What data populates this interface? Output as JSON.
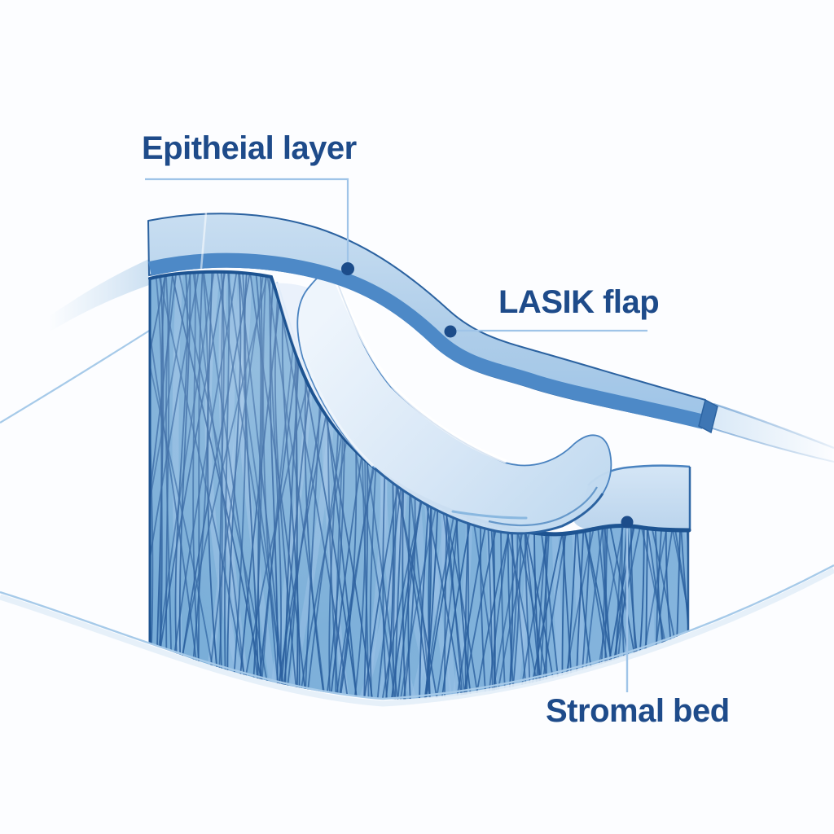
{
  "figure": {
    "labels": {
      "epithelial": {
        "text": "Epitheial layer"
      },
      "lasik_flap": {
        "text": "LASIK flap"
      },
      "stromal_bed": {
        "text": "Stromal bed"
      }
    },
    "colors": {
      "background": "#fcfdff",
      "label_text": "#1e4b8a",
      "leader_line": "#9fc4e8",
      "callout_dot": "#1c4c8a",
      "outline_dark": "#1d5391",
      "band_stripe": "#4d89c7",
      "band_outline": "#2b62a0",
      "stroma_base": "#7aaed9",
      "fiber_line": "#2a5f9e",
      "fiber_ribbon": "#9dc4e8",
      "flap_fill": "#d6e6f6",
      "bed_surface": "#c9dff3",
      "contour_line": "#a6cae9"
    }
  }
}
